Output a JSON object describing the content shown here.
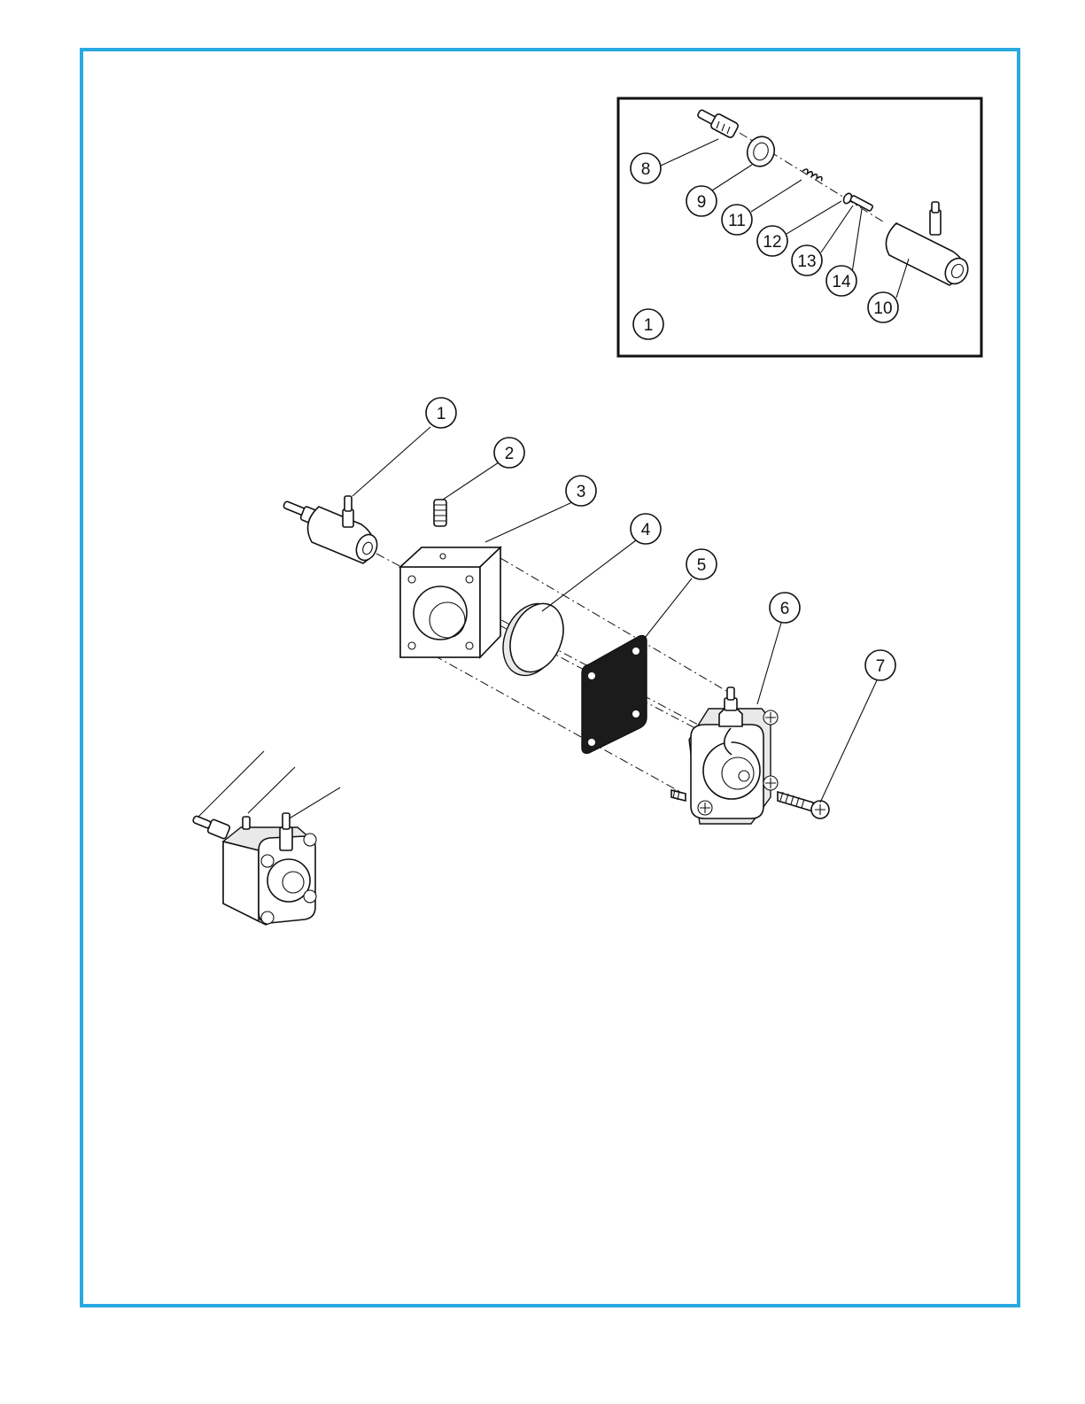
{
  "colors": {
    "frame": "#29a9e1",
    "line": "#111111",
    "gasket": "#1b1b1b"
  },
  "inset": {
    "callouts": [
      "8",
      "9",
      "11",
      "12",
      "13",
      "14",
      "10",
      "1"
    ]
  },
  "main": {
    "callouts": [
      "1",
      "2",
      "3",
      "4",
      "5",
      "6",
      "7"
    ]
  }
}
